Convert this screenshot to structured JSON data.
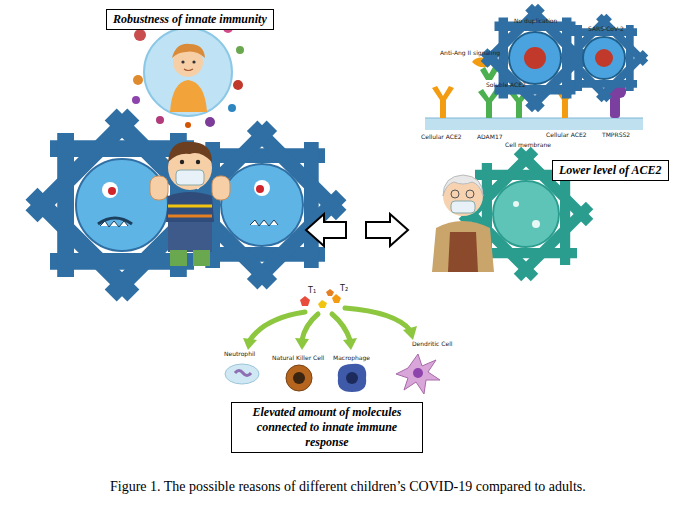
{
  "diagram": {
    "caption": "Figure 1. The possible reasons of different children’s COVID-19 compared to adults.",
    "nodes": [
      {
        "text": [
          "Robustness of innate immunity"
        ]
      },
      {
        "text": [
          "Lower level of ACE2"
        ]
      },
      {
        "text": [
          "Elevated amount of molecules connected to innate immune response"
        ]
      }
    ],
    "labels": [
      "No duplication",
      "Anti-Ang II signaling",
      "SARS-CoV-2",
      "Soluble ACE2",
      "Cellular ACE2",
      "Cellular ACE2",
      "ADAM17",
      "Cell membrane",
      "TMPRSS2",
      "T₁",
      "T₂",
      "Neutrophil",
      "Natural Killer Cell",
      "Macrophage",
      "Dendritic Cell"
    ]
  }
}
